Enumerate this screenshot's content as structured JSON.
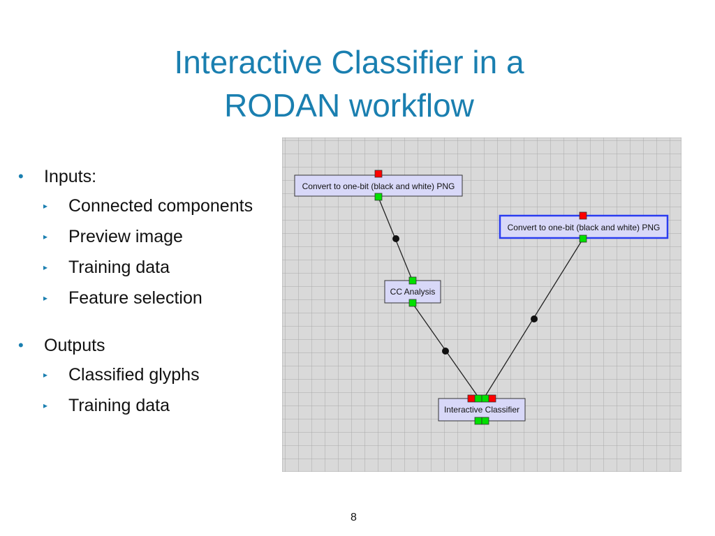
{
  "slide": {
    "title_line1": "Interactive Classifier in a",
    "title_line2": "RODAN workflow",
    "page_number": "8"
  },
  "bullets": [
    {
      "label": "Inputs:",
      "items": [
        "Connected components",
        "Preview image",
        "Training data",
        "Feature selection"
      ]
    },
    {
      "label": "Outputs",
      "items": [
        "Classified glyphs",
        "Training data"
      ]
    }
  ],
  "workflow": {
    "node_top_left": "Convert to one-bit (black and white) PNG",
    "node_top_right": "Convert to one-bit (black and white) PNG",
    "node_cc": "CC Analysis",
    "node_classifier": "Interactive Classifier"
  },
  "colors": {
    "title": "#1a7fb0",
    "node_fill": "#d8d8f8",
    "selected_border": "#2a3cf0",
    "port_input": "#ff0000",
    "port_output": "#00e000",
    "grid_bg": "#d9d9d9",
    "grid_line": "#a9a9a9"
  }
}
